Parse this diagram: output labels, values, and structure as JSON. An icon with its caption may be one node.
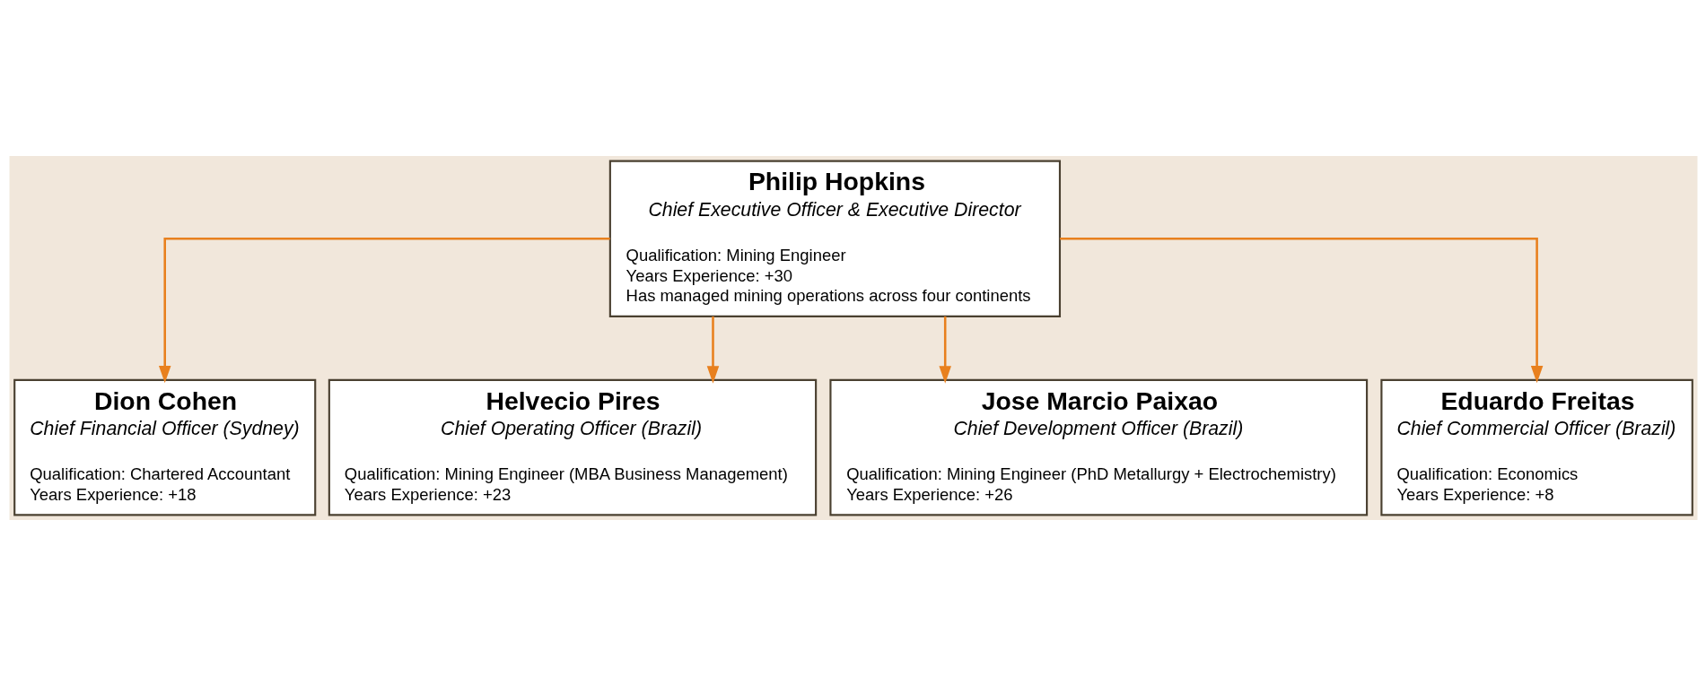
{
  "diagram": {
    "nodes": [
      {
        "text": [
          "Philip Hopkins",
          "Chief Executive Officer & Executive Director",
          "Qualification: Mining Engineer",
          "Years Experience: +30",
          "Has managed mining operations across four continents"
        ]
      },
      {
        "text": [
          "Dion Cohen",
          "Chief Financial Officer (Sydney)",
          "Qualification: Chartered Accountant",
          "Years Experience: +18"
        ]
      },
      {
        "text": [
          "Helvecio Pires",
          "Chief Operating Officer (Brazil)",
          "Qualification: Mining Engineer (MBA Business Management)",
          "Years Experience: +23"
        ]
      },
      {
        "text": [
          "Jose Marcio Paixao",
          "Chief Development Officer (Brazil)",
          "Qualification: Mining Engineer (PhD Metallurgy + Electrochemistry)",
          "Years Experience: +26"
        ]
      },
      {
        "text": [
          "Eduardo Freitas",
          "Chief Commercial Officer (Brazil)",
          "Qualification: Economics",
          "Years Experience: +8"
        ]
      }
    ],
    "edges": [
      {
        "from": 0,
        "to": 1,
        "arrow": "to",
        "color": "#e8801e"
      },
      {
        "from": 0,
        "to": 2,
        "arrow": "to",
        "color": "#e8801e"
      },
      {
        "from": 0,
        "to": 3,
        "arrow": "to",
        "color": "#e8801e"
      },
      {
        "from": 0,
        "to": 4,
        "arrow": "to",
        "color": "#e8801e"
      }
    ]
  }
}
